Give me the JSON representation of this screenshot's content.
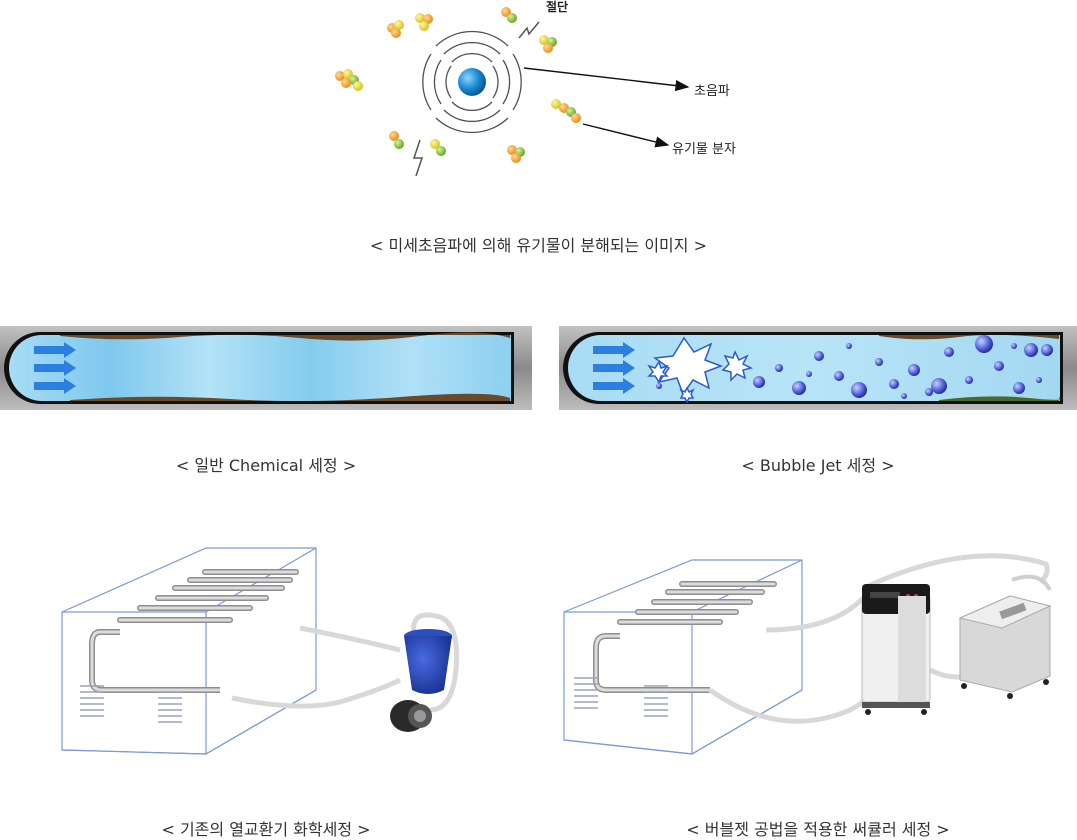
{
  "top_diagram": {
    "label_cut": "절단",
    "label_ultrasound": "초음파",
    "label_organic": "유기물 분자",
    "caption": "< 미세초음파에 의해 유기물이 분해되는 이미지 >"
  },
  "pipes": {
    "left_caption": "< 일반 Chemical 세정 >",
    "right_caption": "< Bubble Jet 세정 >"
  },
  "exchangers": {
    "left_caption": "< 기존의 열교환기 화학세정 >",
    "right_caption": "< 버블젯 공법을 적용한 써큘러 세정 >"
  },
  "colors": {
    "molecule_orange": "#f0a030",
    "molecule_yellow": "#e8d830",
    "molecule_green": "#8cc43c",
    "center_blue": "#1a8ad4",
    "water": "#9fd8f2",
    "pipe_gray": "#9a9a9a",
    "box_outline": "#7a9ad8",
    "bucket_blue": "#1e3fae"
  }
}
